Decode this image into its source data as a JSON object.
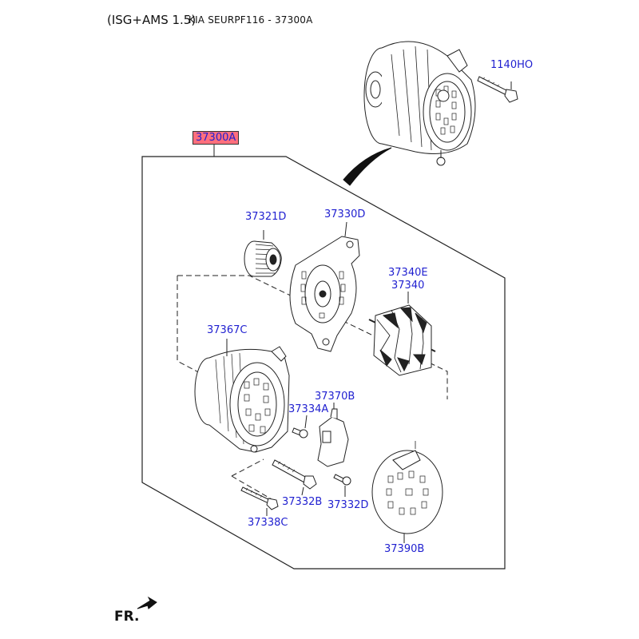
{
  "header": {
    "variant": "(ISG+AMS 1.5)",
    "reference": "KIA SEURPF116 - 37300A"
  },
  "assembly_label": "37300A",
  "parts": [
    {
      "key": "bolt_top",
      "label": "1140HO"
    },
    {
      "key": "pulley",
      "label": "37321D"
    },
    {
      "key": "front_bracket",
      "label": "37330D"
    },
    {
      "key": "rotor_a",
      "label": "37340E"
    },
    {
      "key": "rotor_b",
      "label": "37340"
    },
    {
      "key": "housing",
      "label": "37367C"
    },
    {
      "key": "regulator",
      "label": "37370B"
    },
    {
      "key": "screw_small",
      "label": "37334A"
    },
    {
      "key": "bolt_long",
      "label": "37332B"
    },
    {
      "key": "bolt_short",
      "label": "37332D"
    },
    {
      "key": "stud",
      "label": "37338C"
    },
    {
      "key": "rear_cover",
      "label": "37390B"
    }
  ],
  "direction_label": "FR.",
  "colors": {
    "label": "#1f1fd0",
    "highlight": "#ff6f7d",
    "line": "#222222"
  }
}
